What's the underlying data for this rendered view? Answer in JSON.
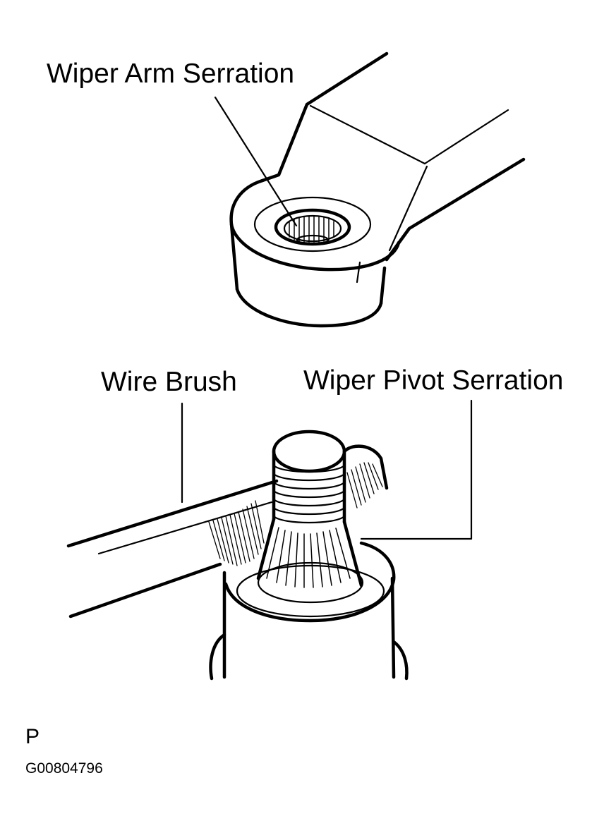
{
  "labels": {
    "wiper_arm_serration": "Wiper Arm Serration",
    "wire_brush": "Wire Brush",
    "wiper_pivot_serration": "Wiper Pivot Serration",
    "view_marker": "P",
    "figure_code": "G00804796"
  },
  "colors": {
    "ink": "#000000",
    "background": "#ffffff"
  }
}
